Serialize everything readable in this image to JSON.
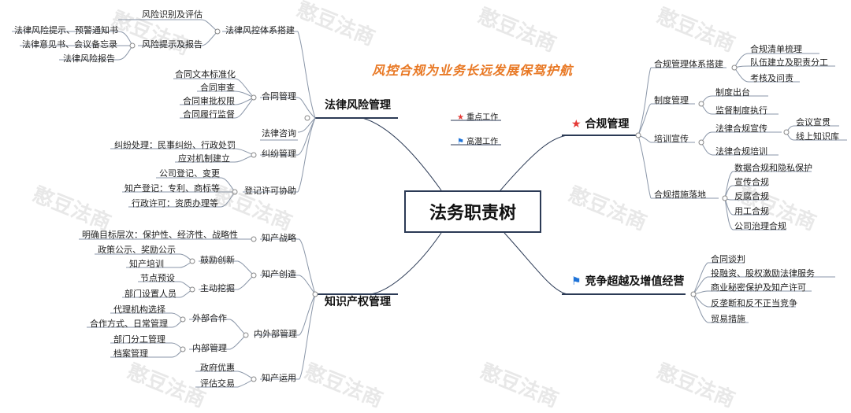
{
  "root": "法务职责树",
  "slogan": "风控合规为业务长远发展保驾护航",
  "legend": {
    "key_work": "重点工作",
    "potential_work": "高潜工作"
  },
  "watermark": "憨豆法商",
  "colors": {
    "star": "#e53935",
    "flag": "#1e73d8",
    "line": "#2b3a55",
    "slogan": "#e87722"
  },
  "branches": {
    "legal_risk": {
      "title": "法律风险管理",
      "risk_system": {
        "label": "法律风控体系搭建",
        "identify": "风险识别及评估",
        "prompt": "风险提示及报告",
        "notice": "法律风险提示、预警通知书",
        "memo": "法律意见书、会议备忘录",
        "report": "法律风险报告"
      },
      "contract": {
        "label": "合同管理",
        "items": [
          "合同文本标准化",
          "合同审查",
          "合同审批权限",
          "合同履行监督"
        ]
      },
      "consult": {
        "label": "法律咨询"
      },
      "dispute": {
        "label": "纠纷管理",
        "items": [
          "纠纷处理：民事纠纷、行政处罚",
          "应对机制建立"
        ]
      },
      "registration": {
        "label": "登记许可协助",
        "items": [
          "公司登记、变更",
          "知产登记：专利、商标等",
          "行政许可：资质办理等"
        ]
      }
    },
    "ip": {
      "title": "知识产权管理",
      "strategy": {
        "label": "知产战略",
        "item": "明确目标层次：保护性、经济性、战略性"
      },
      "creation": {
        "label": "知产创造",
        "encourage": {
          "label": "鼓励创新",
          "items": [
            "政策公示、奖励公示",
            "知产培训"
          ]
        },
        "mining": {
          "label": "主动挖掘",
          "items": [
            "节点预设",
            "部门设置人员"
          ]
        }
      },
      "coop": {
        "label": "内外部管理",
        "external": {
          "label": "外部合作",
          "items": [
            "代理机构选择",
            "合作方式、日常管理"
          ]
        },
        "internal": {
          "label": "内部管理",
          "items": [
            "部门分工管理",
            "档案管理"
          ]
        }
      },
      "use": {
        "label": "知产运用",
        "items": [
          "政府优惠",
          "评估交易"
        ]
      }
    },
    "compliance": {
      "title": "合规管理",
      "system": {
        "label": "合规管理体系搭建",
        "items": [
          "合规清单梳理",
          "队伍建立及职责分工",
          "考核及问责"
        ]
      },
      "rules": {
        "label": "制度管理",
        "items": [
          "制度出台",
          "监督制度执行"
        ]
      },
      "training": {
        "label": "培训宣传",
        "promote": "法律合规宣传",
        "promote_items": [
          "会议宣贯",
          "线上知识库"
        ],
        "train": "法律合规培训"
      },
      "measures": {
        "label": "合规措施落地",
        "items": [
          "数据合规和隐私保护",
          "宣传合规",
          "反腐合规",
          "用工合规",
          "公司治理合规"
        ]
      }
    },
    "competition": {
      "title": "竞争超越及增值经营",
      "items": [
        "合同谈判",
        "投融资、股权激励法律服务",
        "商业秘密保护及知产许可",
        "反垄断和反不正当竞争",
        "贸易措施"
      ]
    }
  }
}
